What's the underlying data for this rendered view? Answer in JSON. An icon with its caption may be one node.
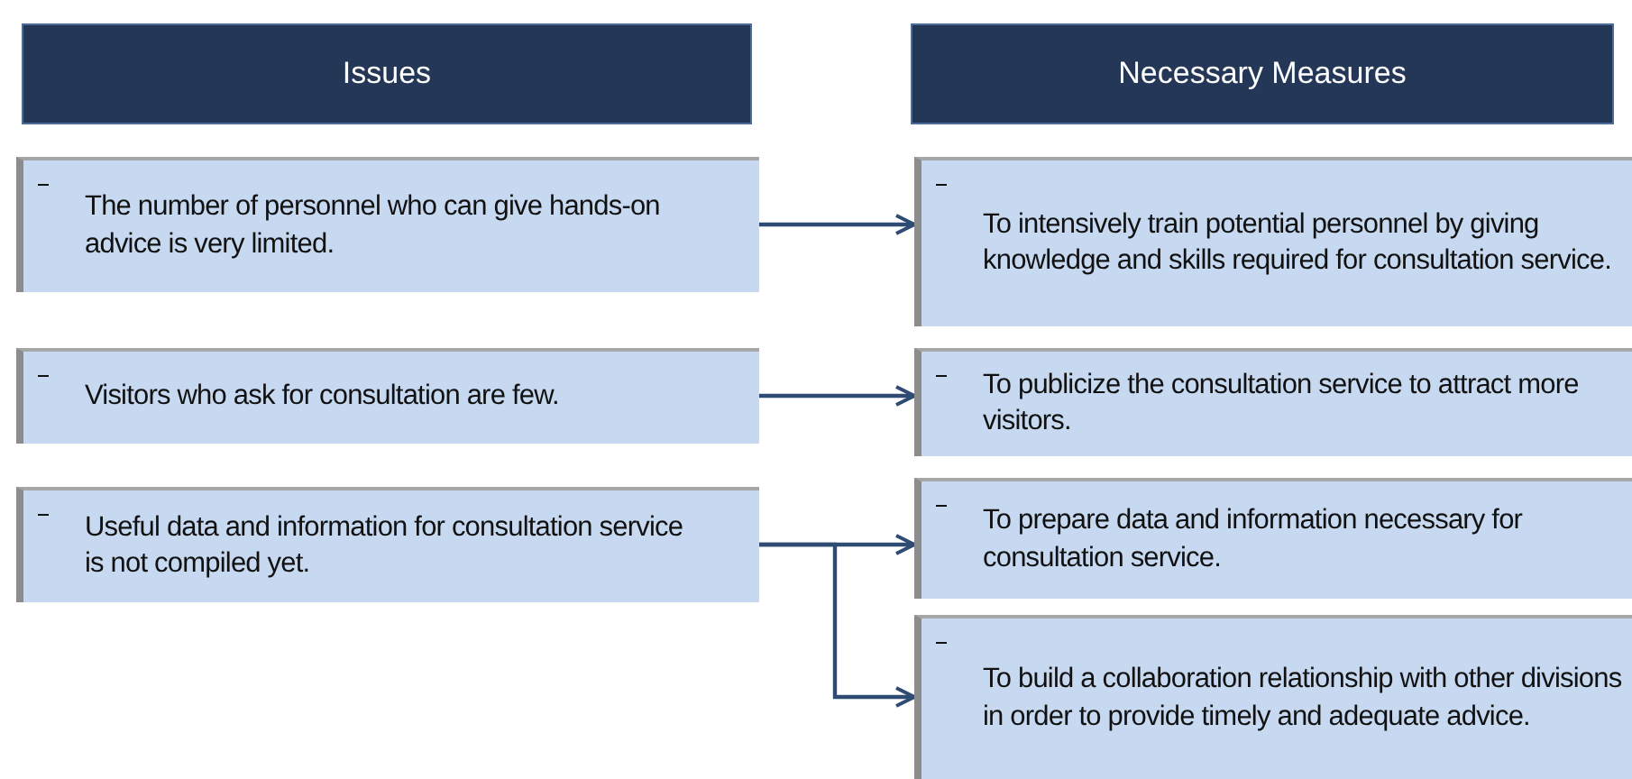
{
  "diagram": {
    "nodes": [
      {
        "text": [
          "Issues"
        ]
      },
      {
        "text": [
          "Necessary Measures"
        ]
      },
      {
        "text": [
          "The number of personnel who can give hands-on advice is very limited."
        ]
      },
      {
        "text": [
          "Visitors who ask for consultation are few."
        ]
      },
      {
        "text": [
          "Useful data and information for consultation service is not compiled yet."
        ]
      },
      {
        "text": [
          "To intensively train potential personnel by giving knowledge and skills required for consultation service."
        ]
      },
      {
        "text": [
          "To publicize the consultation service to attract more visitors."
        ]
      },
      {
        "text": [
          "To prepare data and information necessary for consultation service."
        ]
      },
      {
        "text": [
          "To build a collaboration relationship with other divisions in order to provide timely and adequate advice."
        ]
      }
    ],
    "edges": [
      {
        "from": 2,
        "to": 5,
        "arrow": "to"
      },
      {
        "from": 3,
        "to": 6,
        "arrow": "to"
      },
      {
        "from": 4,
        "to": 7,
        "arrow": "to"
      },
      {
        "from": 4,
        "to": 8,
        "arrow": "to"
      }
    ]
  }
}
